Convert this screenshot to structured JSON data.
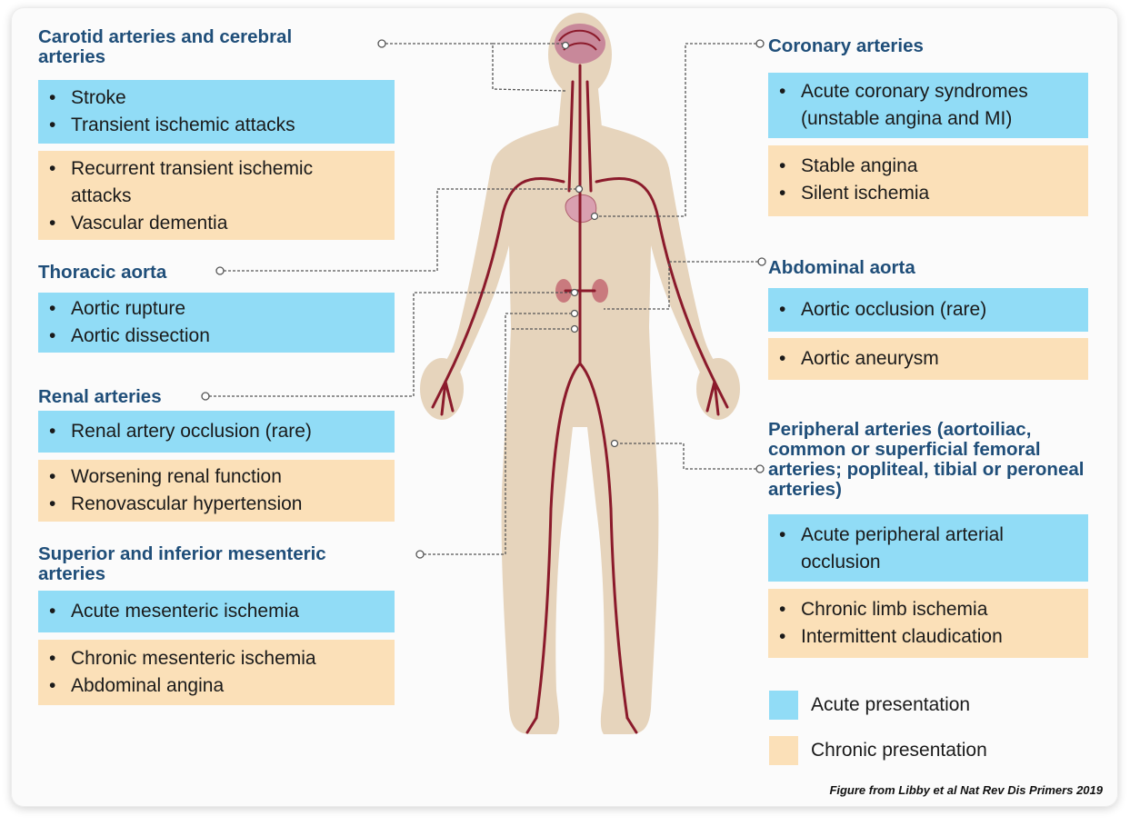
{
  "regions": {
    "carotid": {
      "title": "Carotid arteries and cerebral\narteries",
      "acute": [
        "Stroke",
        "Transient ischemic attacks"
      ],
      "chronic": [
        "Recurrent transient ischemic attacks",
        "Vascular dementia"
      ]
    },
    "thoracic": {
      "title": "Thoracic aorta",
      "acute": [
        "Aortic rupture",
        "Aortic dissection"
      ]
    },
    "renal": {
      "title": "Renal arteries",
      "acute": [
        "Renal artery occlusion (rare)"
      ],
      "chronic": [
        "Worsening renal function",
        "Renovascular hypertension"
      ]
    },
    "mesenteric": {
      "title": "Superior and inferior mesenteric\narteries",
      "acute": [
        "Acute mesenteric ischemia"
      ],
      "chronic": [
        "Chronic mesenteric ischemia",
        "Abdominal angina"
      ]
    },
    "coronary": {
      "title": "Coronary arteries",
      "acute": [
        "Acute coronary syndromes (unstable angina and MI)"
      ],
      "chronic": [
        "Stable angina",
        "Silent ischemia"
      ]
    },
    "abdominal": {
      "title": "Abdominal aorta",
      "acute": [
        "Aortic occlusion (rare)"
      ],
      "chronic": [
        "Aortic aneurysm"
      ]
    },
    "peripheral": {
      "title": "Peripheral arteries (aortoiliac, common or superficial femoral arteries; popliteal, tibial or peroneal arteries)",
      "acute": [
        "Acute peripheral arterial occlusion"
      ],
      "chronic": [
        "Chronic limb ischemia",
        "Intermittent claudication"
      ]
    }
  },
  "legend": {
    "acute": "Acute presentation",
    "chronic": "Chronic presentation"
  },
  "colors": {
    "acute": "#91dcf6",
    "chronic": "#fbe0b8",
    "title": "#1f4e79",
    "body": "#e6d4bc",
    "vessel": "#8b1a2b"
  },
  "credit": "Figure from Libby et al Nat Rev Dis Primers 2019"
}
